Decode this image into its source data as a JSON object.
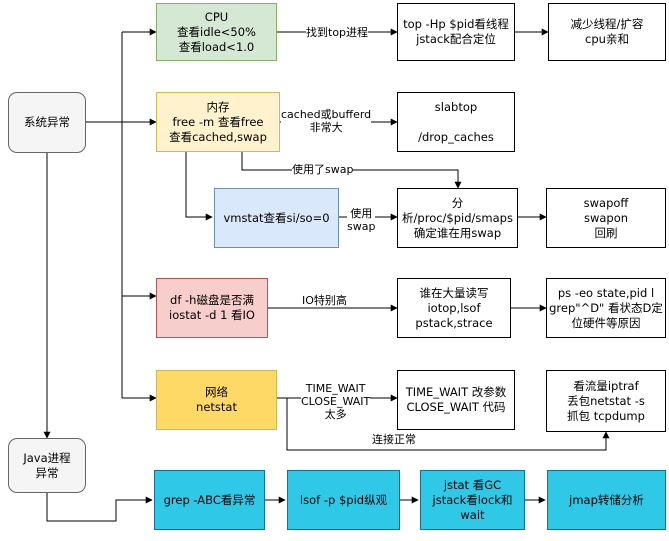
{
  "nodes": {
    "system_error": "系统异常",
    "java_error": "Java进程\n异常",
    "cpu": "CPU\n查看idle<50%\n查看load<1.0",
    "cpu_tools": "top -Hp $pid看线程\njstack配合定位",
    "cpu_fix": "减少线程/扩容\ncpu亲和",
    "mem": "内存\nfree -m 查看free\n查看cached,swap",
    "slab": "slabtop\n\n/drop_caches",
    "vmstat": "vmstat查看si/so=0",
    "smaps": "分析/proc/$pid/smaps\n确定谁在用swap",
    "swapoff": "swapoff\nswapon\n回刷",
    "disk": "df -h磁盘是否满\niostat -d 1 看IO",
    "io_tools": "谁在大量读写\niotop,lsof\npstack,strace",
    "ps_state": "ps -eo state,pid l\ngrep\"^D\" 看状态D定\n位硬件等原因",
    "net": "网络\nnetstat",
    "tw": "TIME_WAIT 改参数\nCLOSE_WAIT 代码",
    "traffic": "看流量iptraf\n丢包netstat -s\n抓包 tcpdump",
    "grep": "grep  -ABC看异常",
    "lsof": "lsof -p $pid纵观",
    "jstat": "jstat 看GC\njstack看lock和wait",
    "jmap": "jmap转储分析"
  },
  "edges": {
    "find_top": "找到top进程",
    "cached_large": "cached或bufferd\n非常大",
    "used_swap": "使用了swap",
    "use_swap": "使用\nswap",
    "io_high": "IO特别高",
    "tw_cw": "TIME_WAIT\nCLOSE_WAIT\n太多",
    "conn_ok": "连接正常"
  },
  "colors": {
    "green": "#d5e8d4",
    "yellow": "#fff2cc",
    "blue": "#dae8fc",
    "red": "#f8cecc",
    "gold": "#ffd966",
    "cyan": "#2fc8e6",
    "gray": "#f5f5f5"
  }
}
